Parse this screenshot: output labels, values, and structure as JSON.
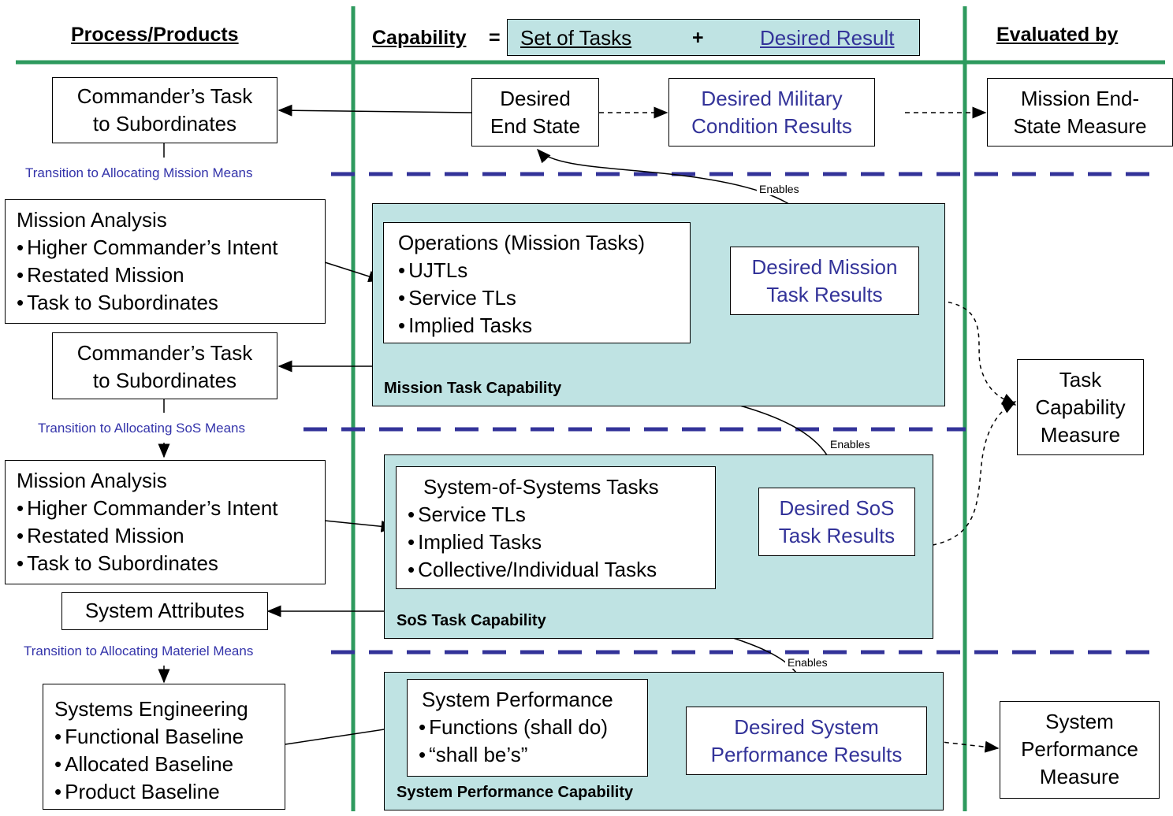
{
  "headers": {
    "process": "Process/Products",
    "capability": "Capability",
    "equals": "=",
    "set_of_tasks": "Set of Tasks",
    "plus": "+",
    "desired_result": "Desired Result",
    "evaluated_by": "Evaluated by"
  },
  "transitions": {
    "mission_means": "Transition to Allocating Mission Means",
    "sos_means": "Transition to Allocating SoS Means",
    "materiel_means": "Transition to Allocating Materiel Means"
  },
  "left": {
    "cmd_task_1": [
      "Commander’s Task",
      "to Subordinates"
    ],
    "mission_analysis_1": {
      "title": "Mission Analysis",
      "items": [
        "Higher Commander’s Intent",
        "Restated Mission",
        "Task to Subordinates"
      ]
    },
    "cmd_task_2": [
      "Commander’s Task",
      "to Subordinates"
    ],
    "mission_analysis_2": {
      "title": "Mission Analysis",
      "items": [
        "Higher Commander’s Intent",
        "Restated Mission",
        "Task to Subordinates"
      ]
    },
    "system_attributes": "System Attributes",
    "systems_engineering": {
      "title": "Systems Engineering",
      "items": [
        "Functional Baseline",
        "Allocated Baseline",
        "Product Baseline"
      ]
    }
  },
  "middle": {
    "desired_end_state": [
      "Desired",
      "End State"
    ],
    "desired_military": [
      "Desired Military",
      "Condition Results"
    ],
    "mission_region_label": "Mission Task Capability",
    "operations": {
      "title": "Operations (Mission Tasks)",
      "items": [
        "UJTLs",
        "Service TLs",
        "Implied Tasks"
      ]
    },
    "desired_mission": [
      "Desired Mission",
      "Task Results"
    ],
    "sos_region_label": "SoS Task Capability",
    "sos_tasks": {
      "title": "System-of-Systems Tasks",
      "items": [
        "Service TLs",
        "Implied Tasks",
        "Collective/Individual Tasks"
      ]
    },
    "desired_sos": [
      "Desired SoS",
      "Task Results"
    ],
    "perf_region_label": "System Performance Capability",
    "system_performance": {
      "title": "System Performance",
      "items": [
        "Functions (shall do)",
        "“shall be’s”"
      ]
    },
    "desired_system": [
      "Desired System",
      "Performance Results"
    ],
    "enables": "Enables"
  },
  "right": {
    "mission_end_state": [
      "Mission End-",
      "State Measure"
    ],
    "task_capability": [
      "Task",
      "Capability",
      "Measure"
    ],
    "system_performance_measure": [
      "System",
      "Performance",
      "Measure"
    ]
  },
  "colors": {
    "divider_green": "#2e9a5e",
    "dash_blue": "#333399",
    "region_fill": "#bfe3e3",
    "result_text": "#333399"
  }
}
